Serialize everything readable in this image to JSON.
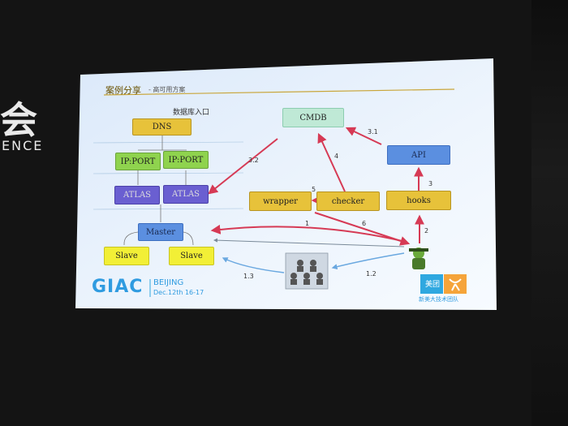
{
  "background": {
    "left_text_large": "会",
    "left_text_small": "ENCE"
  },
  "slide": {
    "title": "案例分享",
    "subtitle": "- 高可用方案",
    "entry_label": "数据库入口",
    "nodes": {
      "dns": "DNS",
      "ipport1": "IP:PORT",
      "ipport2": "IP:PORT",
      "atlas1": "ATLAS",
      "atlas2": "ATLAS",
      "master": "Master",
      "slave1": "Slave",
      "slave2": "Slave",
      "cmdb": "CMDB",
      "api": "API",
      "wrapper": "wrapper",
      "checker": "checker",
      "hooks": "hooks"
    },
    "edge_labels": [
      "3.2",
      "4",
      "3.1",
      "5",
      "3",
      "1",
      "6",
      "2",
      "1.3",
      "1.2"
    ],
    "footer": {
      "logo_giac": "GIAC",
      "logo_city": "BEIJING",
      "logo_date": "Dec.12th 16-17",
      "brand_badge": "美团",
      "brand_caption": "新美大技术团队"
    },
    "colors": {
      "accent": "#e7c23a",
      "arrow": "#d63a55",
      "flow": "#6aa8e0"
    }
  }
}
